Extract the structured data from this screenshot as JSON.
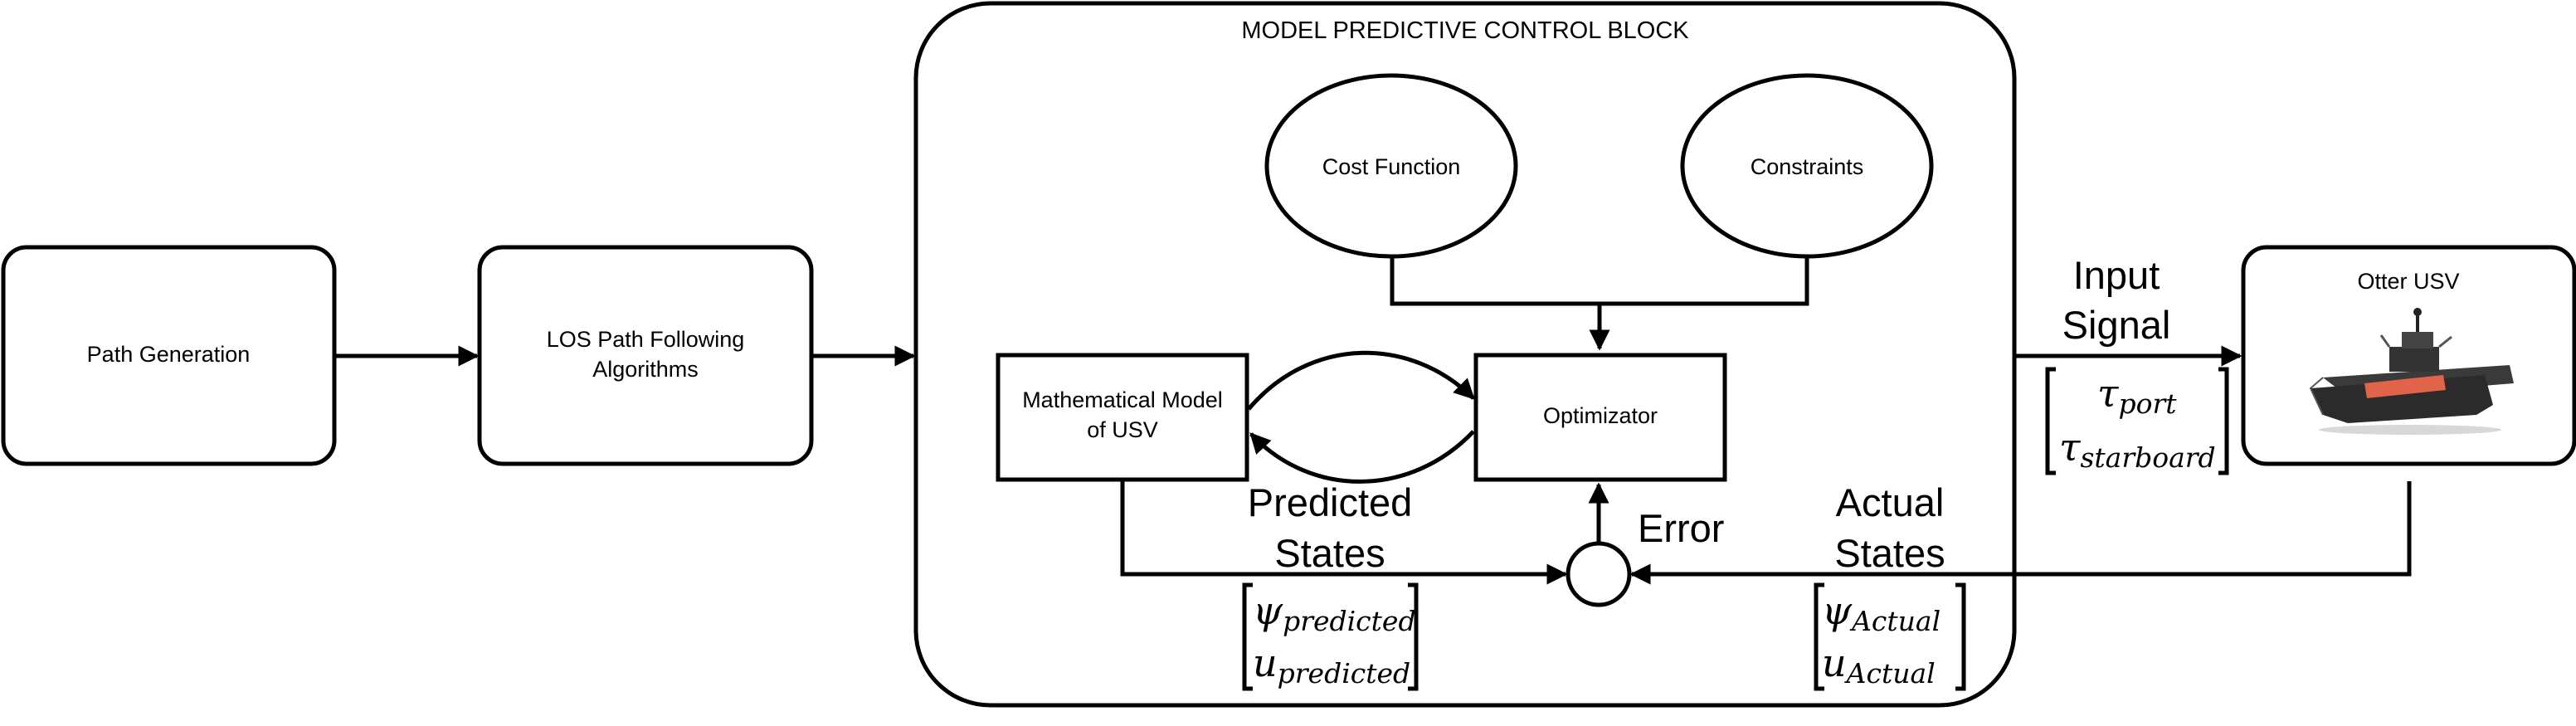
{
  "mpc_block": {
    "title": "MODEL PREDICTIVE CONTROL BLOCK"
  },
  "nodes": {
    "path_generation": "Path Generation",
    "los": {
      "line1": "LOS Path Following",
      "line2": "Algorithms"
    },
    "cost_function": "Cost Function",
    "constraints": "Constraints",
    "math_model": {
      "line1": "Mathematical Model",
      "line2": "of USV"
    },
    "optimizer": "Optimizator",
    "otter": "Otter USV"
  },
  "labels": {
    "input_signal": {
      "line1": "Input",
      "line2": "Signal"
    },
    "predicted_states": {
      "line1": "Predicted",
      "line2": "States"
    },
    "actual_states": {
      "line1": "Actual",
      "line2": "States"
    },
    "error": "Error"
  },
  "vectors": {
    "input": {
      "row1_sym": "τ",
      "row1_sub": "port",
      "row2_sym": "τ",
      "row2_sub": "starboard"
    },
    "predicted": {
      "row1_sym": "ψ",
      "row1_sub": "predicted",
      "row2_sym": "u",
      "row2_sub": "predicted"
    },
    "actual": {
      "row1_sym": "ψ",
      "row1_sub": "Actual",
      "row2_sym": "u",
      "row2_sub": "Actual"
    }
  },
  "colors": {
    "stroke": "#000000",
    "boat_hull": "#2b2b2b",
    "boat_accent": "#e0634a"
  }
}
